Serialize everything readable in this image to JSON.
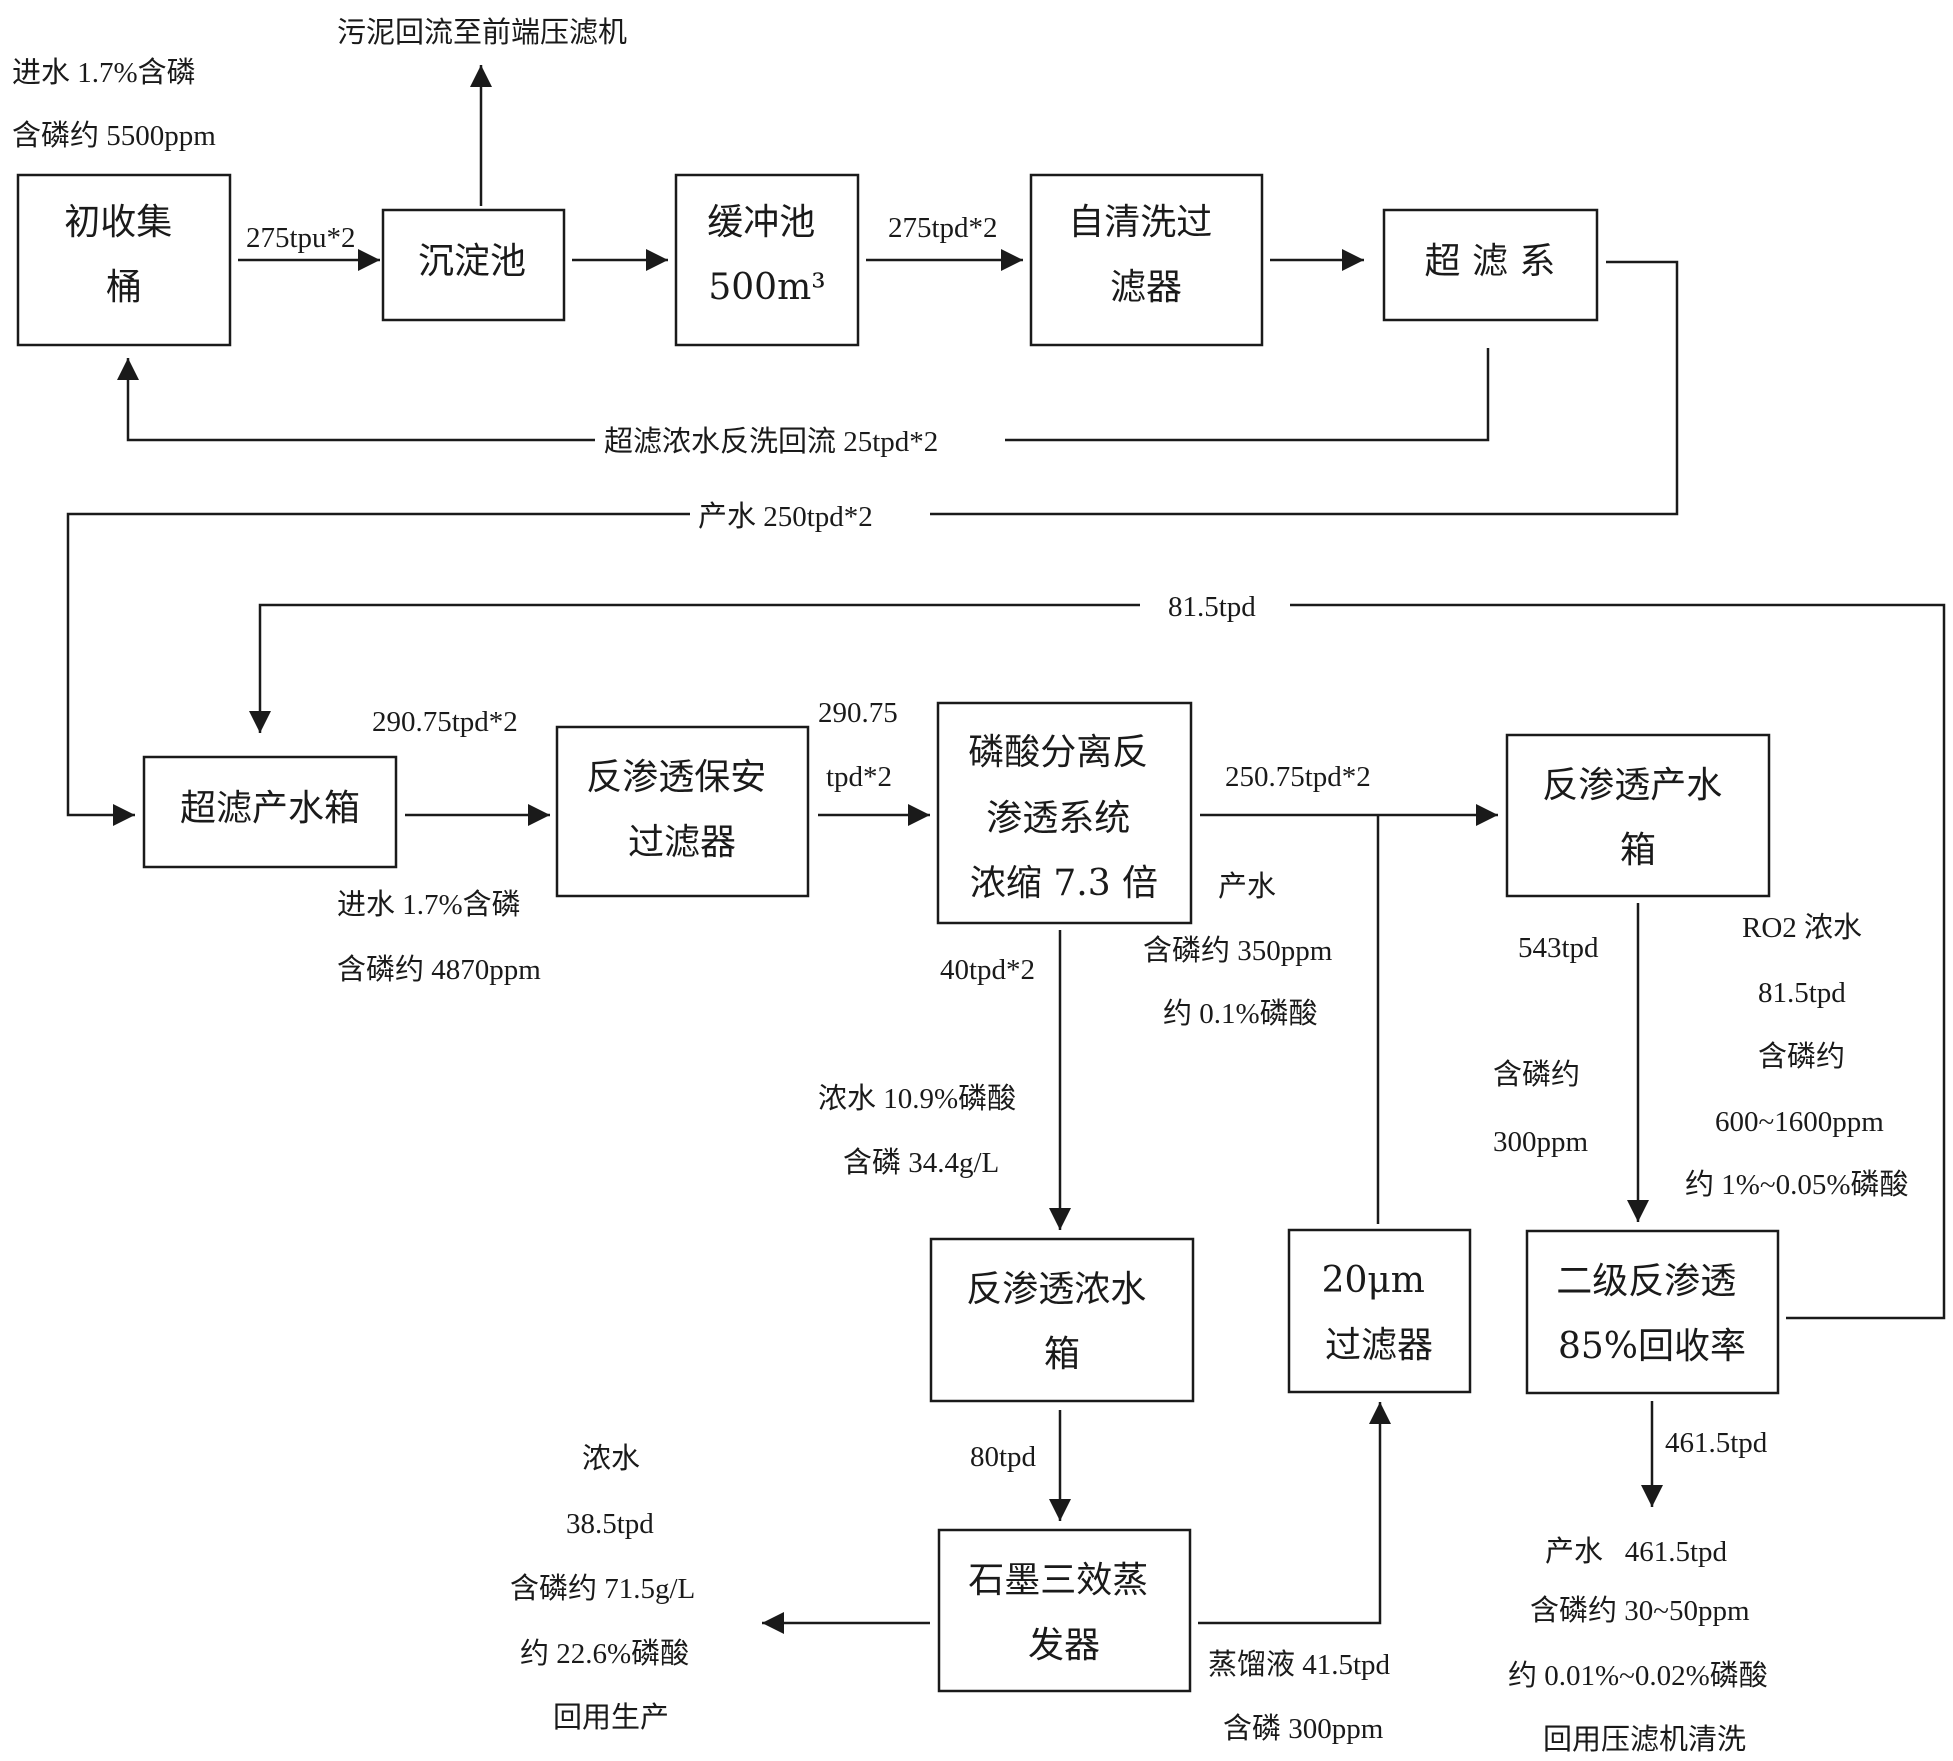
{
  "boxes": {
    "initial_tank": [
      "初收集",
      "桶"
    ],
    "sedimentation_tank": [
      "沉淀池"
    ],
    "buffer_tank": [
      "缓冲池",
      "500m³"
    ],
    "self_cleaning_filter": [
      "自清洗过",
      "滤器"
    ],
    "uf_system": [
      "超 滤 系"
    ],
    "uf_product_tank": [
      "超滤产水箱"
    ],
    "ro_security_filter": [
      "反渗透保安",
      "过滤器"
    ],
    "phosphoric_ro_system": [
      "磷酸分离反",
      "渗透系统",
      "浓缩 7.3 倍"
    ],
    "ro_product_tank": [
      "反渗透产水",
      "箱"
    ],
    "ro_concentrate_tank": [
      "反渗透浓水",
      "箱"
    ],
    "filter_20um": [
      "20μm",
      "过滤器"
    ],
    "secondary_ro": [
      "二级反渗透",
      "85%回收率"
    ],
    "graphite_evaporator": [
      "石墨三效蒸",
      "发器"
    ]
  },
  "labels": {
    "inlet_top_1": "进水 1.7%含磷",
    "inlet_top_2": "含磷约 5500ppm",
    "sludge_return": "污泥回流至前端压滤机",
    "flow_275_a": "275tpu*2",
    "flow_275_b": "275tpd*2",
    "uf_backwash": "超滤浓水反洗回流 25tpd*2",
    "uf_product": "产水 250tpd*2",
    "ro2_recycle": "81.5tpd",
    "flow_290_a": "290.75tpd*2",
    "flow_290_b_1": "290.75",
    "flow_290_b_2": "tpd*2",
    "flow_250_75": "250.75tpd*2",
    "ro_inlet_1": "进水 1.7%含磷",
    "ro_inlet_2": "含磷约 4870ppm",
    "ro_permeate_1": "产水",
    "ro_permeate_2": "含磷约 350ppm",
    "ro_permeate_3": "约 0.1%磷酸",
    "conc_40": "40tpd*2",
    "conc_1": "浓水 10.9%磷酸",
    "conc_2": "含磷 34.4g/L",
    "flow_543": "543tpd",
    "p300_1": "含磷约",
    "p300_2": "300ppm",
    "ro2_conc_1": "RO2 浓水",
    "ro2_conc_2": "81.5tpd",
    "ro2_conc_3": "含磷约",
    "ro2_conc_4": "600~1600ppm",
    "ro2_conc_5": "约 1%~0.05%磷酸",
    "flow_80": "80tpd",
    "flow_461": "461.5tpd",
    "evap_conc_1": "浓水",
    "evap_conc_2": "38.5tpd",
    "evap_conc_3": "含磷约 71.5g/L",
    "evap_conc_4": "约 22.6%磷酸",
    "evap_conc_5": "回用生产",
    "distillate_1": "蒸馏液 41.5tpd",
    "distillate_2": "含磷 300ppm",
    "final_1": "产水   461.5tpd",
    "final_2": "含磷约 30~50ppm",
    "final_3": "约 0.01%~0.02%磷酸",
    "final_4": "回用压滤机清洗"
  }
}
